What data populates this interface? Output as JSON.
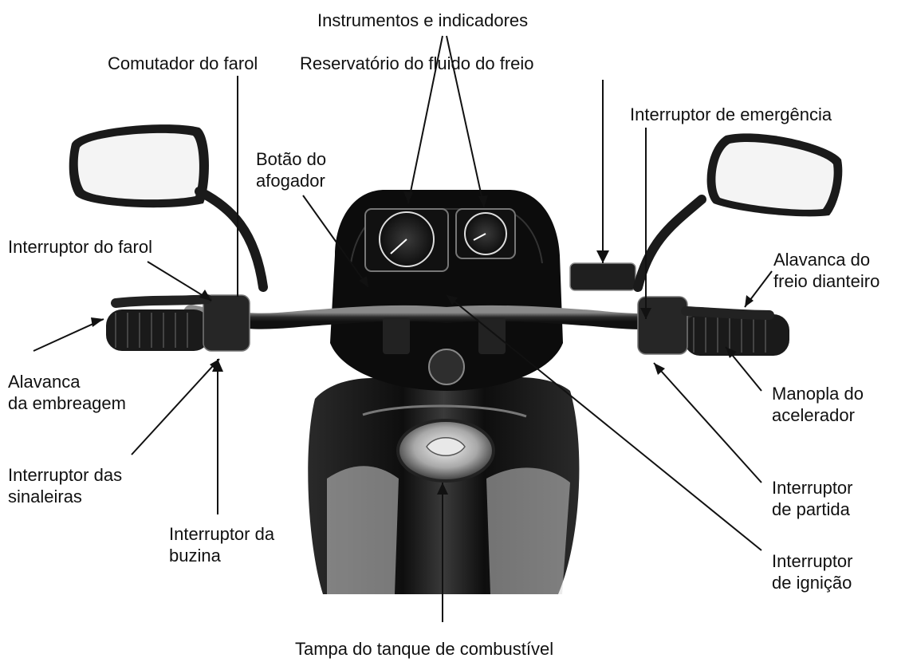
{
  "labels": {
    "instrumentos": "Instrumentos e indicadores",
    "comutador_farol": "Comutador do farol",
    "reservatorio": "Reservatório do fluido do freio",
    "interruptor_emergencia": "Interruptor de emergência",
    "botao_afogador": [
      "Botão do",
      "afogador"
    ],
    "interruptor_farol": "Interruptor do farol",
    "alavanca_freio": [
      "Alavanca do",
      "freio dianteiro"
    ],
    "alavanca_embreagem": [
      "Alavanca",
      "da embreagem"
    ],
    "manopla_acelerador": [
      "Manopla do",
      "acelerador"
    ],
    "interruptor_sinaleiras": [
      "Interruptor das",
      "sinaleiras"
    ],
    "interruptor_partida": [
      "Interruptor",
      "de partida"
    ],
    "interruptor_buzina": [
      "Interruptor da",
      "buzina"
    ],
    "interruptor_ignicao": [
      "Interruptor",
      "de ignição"
    ],
    "tampa_tanque": "Tampa do tanque de combustível"
  },
  "colors": {
    "ink": "#111111",
    "metal_dark": "#1c1c1c",
    "metal_mid": "#4a4a4a",
    "metal_light": "#9a9a9a",
    "mirror_glass": "#f4f4f4"
  }
}
